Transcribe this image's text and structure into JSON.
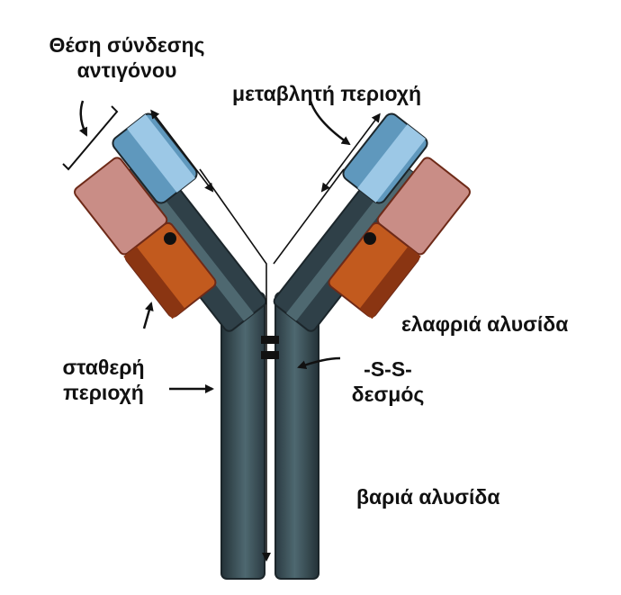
{
  "labels": {
    "antigen_site_line1": "Θέση σύνδεσης",
    "antigen_site_line2": "αντιγόνου",
    "variable_region": "μεταβλητή περιοχή",
    "light_chain": "ελαφριά αλυσίδα",
    "constant_region_line1": "σταθερή",
    "constant_region_line2": "περιοχή",
    "disulfide_line1": "-S-S-",
    "disulfide_line2": "δεσμός",
    "heavy_chain": "βαριά αλυσίδα"
  },
  "colors": {
    "heavy_chain": "#2f4048",
    "heavy_chain_highlight": "#4e6870",
    "variable_tip": "#9cc8e6",
    "variable_mid": "#5f98bd",
    "light_chain_pink": "#c98d86",
    "light_chain_orange": "#c25a1e",
    "text": "#111111"
  }
}
